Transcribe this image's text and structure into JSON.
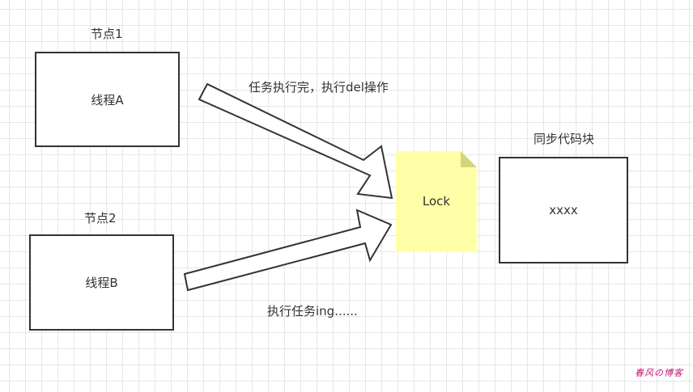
{
  "node1": {
    "label": "节点1",
    "thread": "线程A"
  },
  "node2": {
    "label": "节点2",
    "thread": "线程B"
  },
  "arrow_top": {
    "label": "任务执行完，执行del操作"
  },
  "arrow_bottom": {
    "label": "执行任务ing......"
  },
  "lock": {
    "label": "Lock",
    "fill": "#ffffa8",
    "fold": "#d4d47a"
  },
  "sync_block": {
    "label": "同步代码块",
    "content": "xxxx"
  },
  "watermark": {
    "text": "春风の博客"
  }
}
